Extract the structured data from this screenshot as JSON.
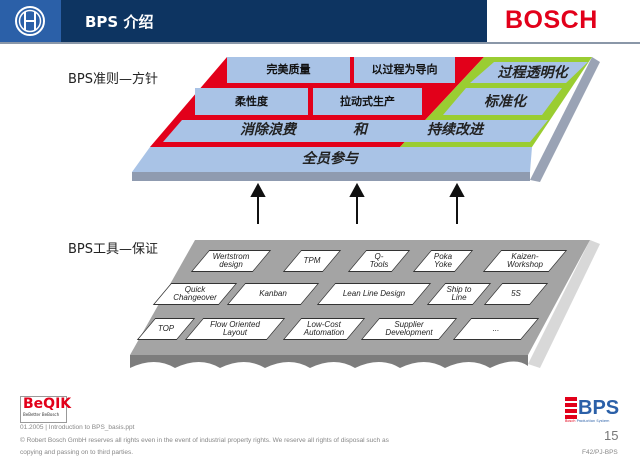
{
  "header": {
    "title": "BPS 介绍",
    "brand": "BOSCH"
  },
  "sections": {
    "principles": "BPS准则—方针",
    "tools": "BPS工具—保证"
  },
  "principles": {
    "row1": [
      "完美质量",
      "以过程为导向"
    ],
    "row2": [
      "柔性度",
      "拉动式生产"
    ],
    "band": [
      "消除浪费",
      "和",
      "持续改进"
    ],
    "base": "全员参与",
    "green": [
      "过程透明化",
      "标准化"
    ]
  },
  "tools": {
    "row1": [
      [
        "Wertstrom",
        "design"
      ],
      [
        "TPM"
      ],
      [
        "Q-",
        "Tools"
      ],
      [
        "Poka",
        "Yoke"
      ],
      [
        "Kaizen-",
        "Workshop"
      ]
    ],
    "row2": [
      [
        "Quick",
        "Changeover"
      ],
      [
        "Kanban"
      ],
      [
        "Lean Line Design"
      ],
      [
        "Ship to",
        "Line"
      ],
      [
        "5S"
      ]
    ],
    "row3": [
      [
        "TOP"
      ],
      [
        "Flow Oriented",
        "Layout"
      ],
      [
        "Low-Cost",
        "Automation"
      ],
      [
        "Supplier",
        "Development"
      ],
      [
        "..."
      ]
    ]
  },
  "footer": {
    "logo": "BeQIK",
    "logo_sub": "BeBetter BeBosch",
    "line1": "01.2005  |  Introduction to BPS_basis.ppt",
    "line2": "© Robert Bosch GmbH  reserves all rights even in the event of industrial property rights. We reserve all rights of disposal such as",
    "line3": "copying and passing on to third parties.",
    "bps_logo": "BPS",
    "bps_sub1": "Bosch",
    "bps_sub2": "Production System",
    "page": "15",
    "code": "F42/PJ-BPS"
  },
  "colors": {
    "red": "#e2001a",
    "navy": "#0d3461",
    "green": "#9acd32",
    "box_blue": "#a9c3e6"
  }
}
